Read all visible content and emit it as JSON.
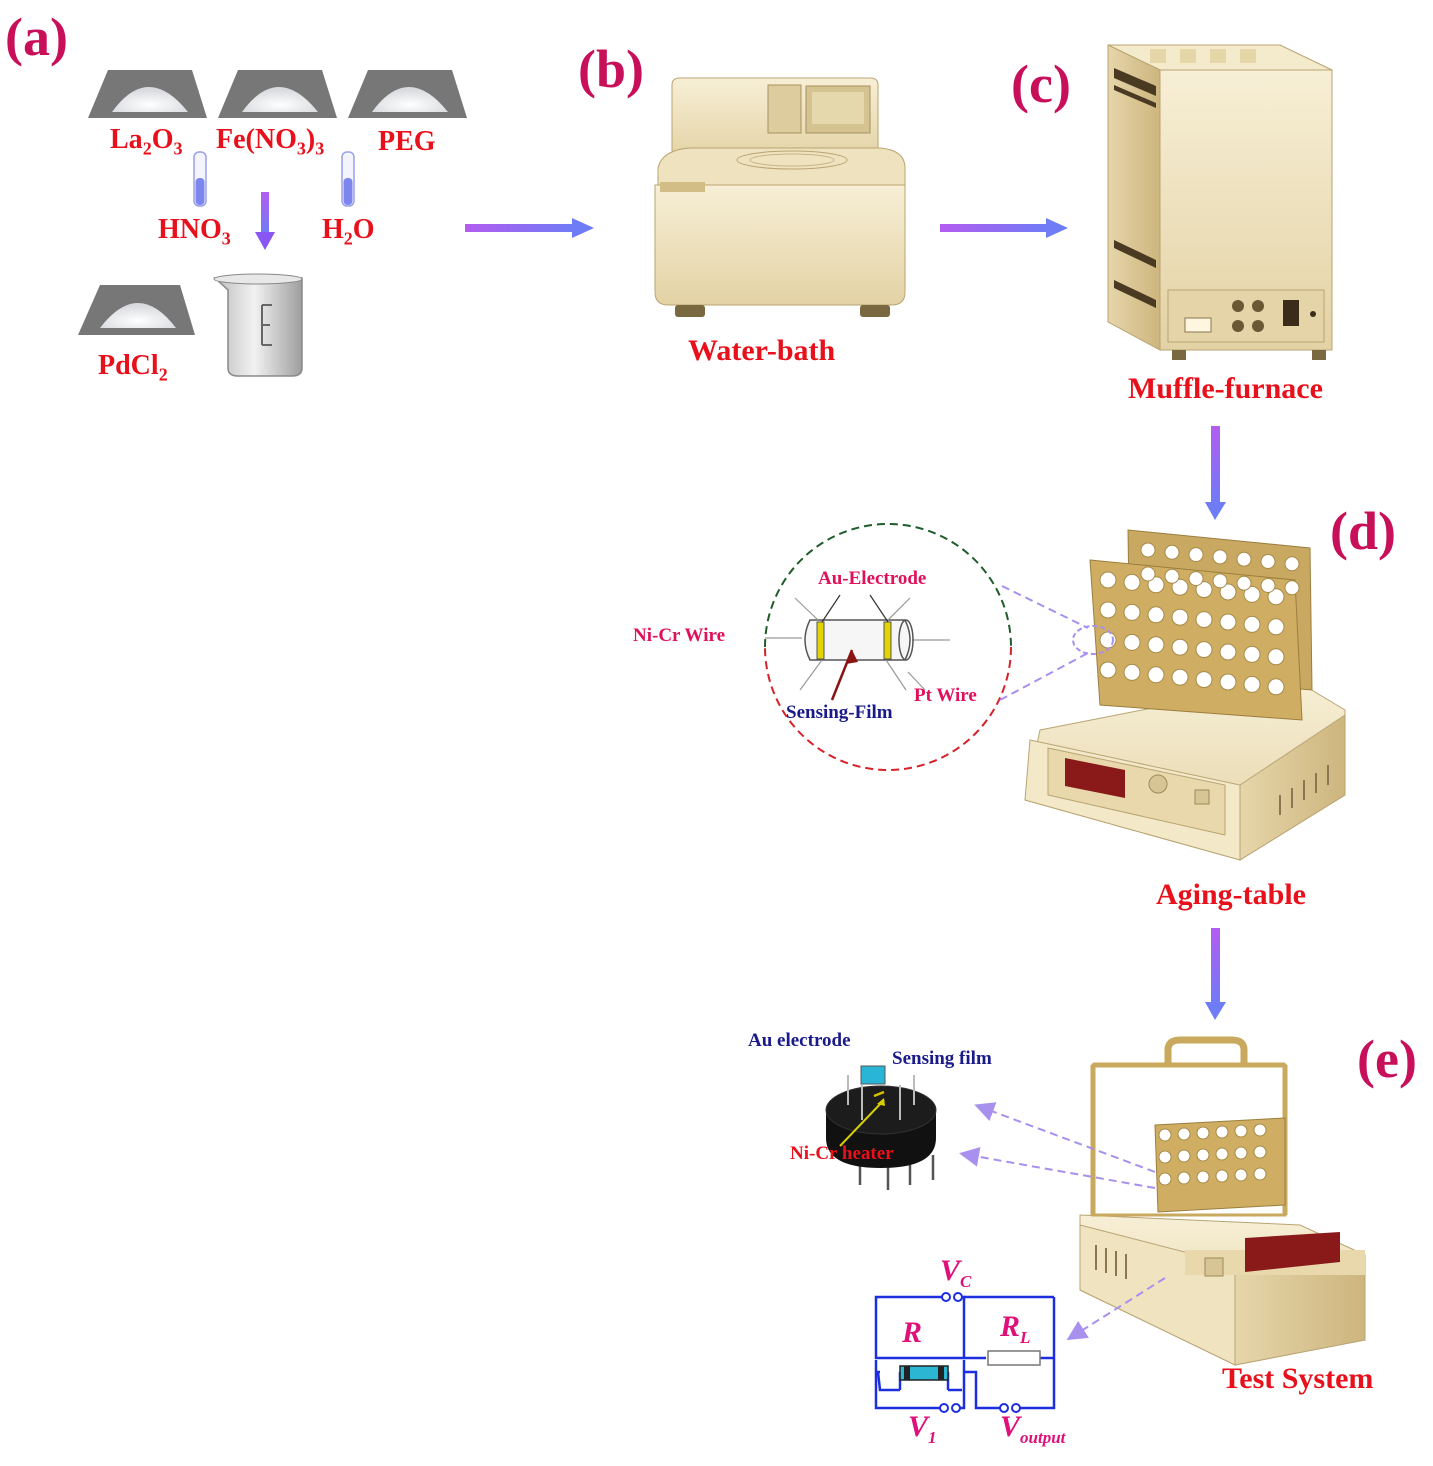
{
  "panels": {
    "a": "(a)",
    "b": "(b)",
    "c": "(c)",
    "d": "(d)",
    "e": "(e)"
  },
  "reagents": {
    "la2o3": {
      "main": "La",
      "s1": "2",
      "mid": "O",
      "s2": "3"
    },
    "feno3": {
      "main": "Fe(NO",
      "s1": "3",
      "mid": ")",
      "s2": "3"
    },
    "peg": "PEG",
    "hno3": {
      "main": "HNO",
      "s1": "3"
    },
    "h2o": {
      "main": "H",
      "s1": "2",
      "mid": "O"
    },
    "pdcl2": {
      "main": "PdCl",
      "s1": "2"
    }
  },
  "equipment": {
    "water_bath": "Water-bath",
    "muffle_furnace": "Muffle-furnace",
    "aging_table": "Aging-table",
    "test_system": "Test System"
  },
  "sensor_detail": {
    "au_electrode": "Au-Electrode",
    "nicr_wire": "Ni-Cr Wire",
    "pt_wire": "Pt Wire",
    "sensing_film": "Sensing-Film"
  },
  "package_detail": {
    "au_electrode": "Au electrode",
    "sensing_film": "Sensing film",
    "nicr_heater": "Ni-Cr heater"
  },
  "circuit": {
    "vc": {
      "main": "V",
      "sub": "C"
    },
    "r": "R",
    "rl": {
      "main": "R",
      "sub": "L"
    },
    "v1": {
      "main": "V",
      "sub": "1"
    },
    "vout": {
      "main": "V",
      "sub": "output"
    }
  },
  "colors": {
    "panel_label": "#c8105a",
    "label_red": "#e8101a",
    "arrow": "#8a55f5",
    "circuit_wire": "#1c2ee0",
    "cream": "#f1e6c2",
    "gold": "#c7a55c"
  }
}
